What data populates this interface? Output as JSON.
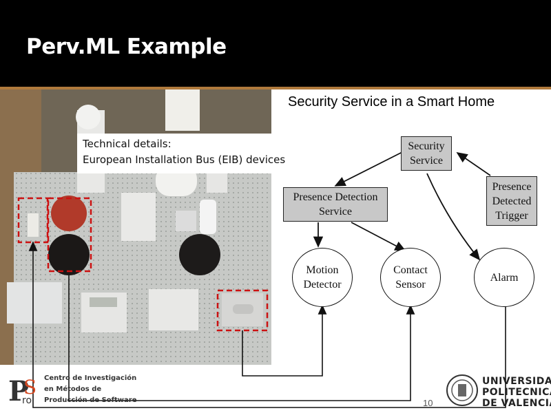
{
  "slide": {
    "title": "Perv.ML Example",
    "page_number": "10"
  },
  "caption": {
    "line1": "Technical details:",
    "line2": "European Installation Bus (EIB) devices"
  },
  "diagram": {
    "title": "Security Service in a Smart Home",
    "nodes": {
      "security_service": "Security\nService",
      "presence_detection_service": "Presence Detection\nService",
      "presence_detected_trigger": "Presence\nDetected\nTrigger",
      "motion_detector": "Motion\nDetector",
      "contact_sensor": "Contact\nSensor",
      "alarm": "Alarm"
    }
  },
  "logos": {
    "cmps_mark": "ProS",
    "cmps_line1": "Centro de Investigación",
    "cmps_line2": "en Métodos de",
    "cmps_line3": "Producción de Software",
    "upv_line1": "UNIVERSIDAD",
    "upv_line2": "POLITECNICA",
    "upv_line3": "DE VALENCIA"
  },
  "colors": {
    "title_bar": "#000000",
    "accent_rule": "#b07a3c",
    "highlight_box": "#cc1111",
    "node_fill": "#c8c8c8"
  }
}
